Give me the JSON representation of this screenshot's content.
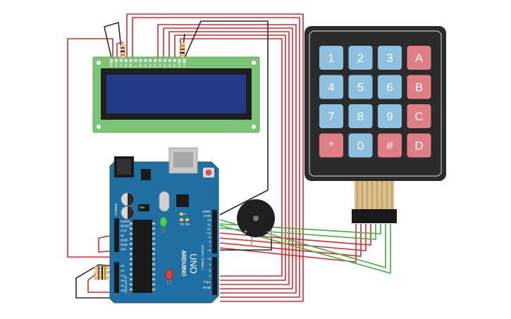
{
  "colors": {
    "wire_red": "#e0262b",
    "wire_black": "#2a2a2a",
    "wire_green": "#3cb043",
    "lcd_board": "#7cc576",
    "lcd_screen": "#233a86",
    "arduino_board": "#1f6fa3",
    "keypad_body": "#2b2b2b",
    "key_blue": "#8ec0e0",
    "key_red": "#e07e86",
    "buzzer": "#1f1f1f"
  },
  "lcd": {
    "pin_labels": [
      "GND",
      "VCC",
      "V0",
      "RS",
      "RW",
      "E",
      "D0",
      "D1",
      "D2",
      "D3",
      "D4",
      "D5",
      "D6",
      "D7",
      "LED",
      "LED"
    ]
  },
  "keypad": {
    "keys": [
      [
        "1",
        "2",
        "3",
        "A"
      ],
      [
        "4",
        "5",
        "6",
        "B"
      ],
      [
        "7",
        "8",
        "9",
        "C"
      ],
      [
        "*",
        "0",
        "#",
        "D"
      ]
    ]
  },
  "arduino": {
    "logo": "ARDUINO",
    "model": "UNO",
    "power_labels": [
      "IOREF",
      "RESET",
      "3.3V",
      "5V",
      "GND",
      "GND",
      "VIN"
    ],
    "analog_labels": [
      "A0",
      "A1",
      "A2",
      "A3",
      "A4",
      "A5"
    ],
    "digital_labels": [
      "AREF",
      "GND",
      "13",
      "12",
      "~11",
      "~10",
      "~9",
      "8",
      "7",
      "~6",
      "~5",
      "4",
      "~3",
      "2",
      "TX▸1",
      "RX◂0"
    ],
    "section_digital": "DIGITAL (PWM~)",
    "section_power": "POWER",
    "section_analog": "ANALOG IN",
    "led_labels": [
      "TX",
      "RX"
    ],
    "l_label": "L",
    "on_label": "ON"
  },
  "buzzer": {
    "plus": "+",
    "minus": "−"
  }
}
